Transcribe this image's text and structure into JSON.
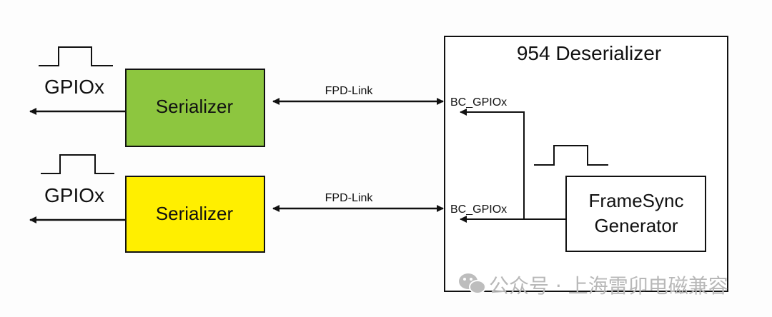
{
  "diagram": {
    "deserializer": {
      "title": "954 Deserializer"
    },
    "serializers": [
      {
        "label": "Serializer",
        "color": "#8dc63f",
        "output_label": "GPIOx",
        "link_label": "FPD-Link",
        "port_label": "BC_GPIOx"
      },
      {
        "label": "Serializer",
        "color": "#ffef00",
        "output_label": "GPIOx",
        "link_label": "FPD-Link",
        "port_label": "BC_GPIOx"
      }
    ],
    "framesync": {
      "line1": "FrameSync",
      "line2": "Generator"
    },
    "watermark": "公众号 · 上海雷卯电磁兼容"
  }
}
